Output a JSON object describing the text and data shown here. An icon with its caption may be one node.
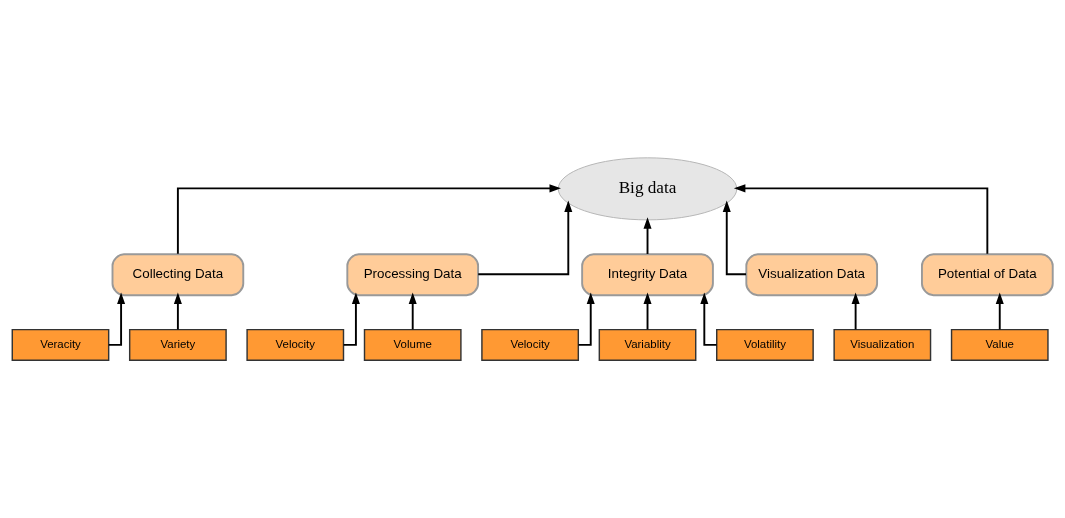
{
  "diagram": {
    "nodes": [
      {
        "text": [
          "Big data"
        ]
      },
      {
        "text": [
          "Collecting Data"
        ]
      },
      {
        "text": [
          "Processing Data"
        ]
      },
      {
        "text": [
          "Integrity Data"
        ]
      },
      {
        "text": [
          "Visualization Data"
        ]
      },
      {
        "text": [
          "Potential of Data"
        ]
      },
      {
        "text": [
          "Veracity"
        ]
      },
      {
        "text": [
          "Variety"
        ]
      },
      {
        "text": [
          "Velocity"
        ]
      },
      {
        "text": [
          "Volume"
        ]
      },
      {
        "text": [
          "Velocity"
        ]
      },
      {
        "text": [
          "Variablity"
        ]
      },
      {
        "text": [
          "Volatility"
        ]
      },
      {
        "text": [
          "Visualization"
        ]
      },
      {
        "text": [
          "Value"
        ]
      }
    ],
    "edges": [
      {
        "from": 1,
        "to": 0,
        "arrow": "to"
      },
      {
        "from": 2,
        "to": 0,
        "arrow": "to"
      },
      {
        "from": 3,
        "to": 0,
        "arrow": "to"
      },
      {
        "from": 4,
        "to": 0,
        "arrow": "to"
      },
      {
        "from": 5,
        "to": 0,
        "arrow": "to"
      },
      {
        "from": 6,
        "to": 1,
        "arrow": "to"
      },
      {
        "from": 7,
        "to": 1,
        "arrow": "to"
      },
      {
        "from": 8,
        "to": 2,
        "arrow": "to"
      },
      {
        "from": 9,
        "to": 2,
        "arrow": "to"
      },
      {
        "from": 10,
        "to": 3,
        "arrow": "to"
      },
      {
        "from": 11,
        "to": 3,
        "arrow": "to"
      },
      {
        "from": 12,
        "to": 3,
        "arrow": "to"
      },
      {
        "from": 13,
        "to": 4,
        "arrow": "to"
      },
      {
        "from": 14,
        "to": 5,
        "arrow": "to"
      }
    ]
  }
}
